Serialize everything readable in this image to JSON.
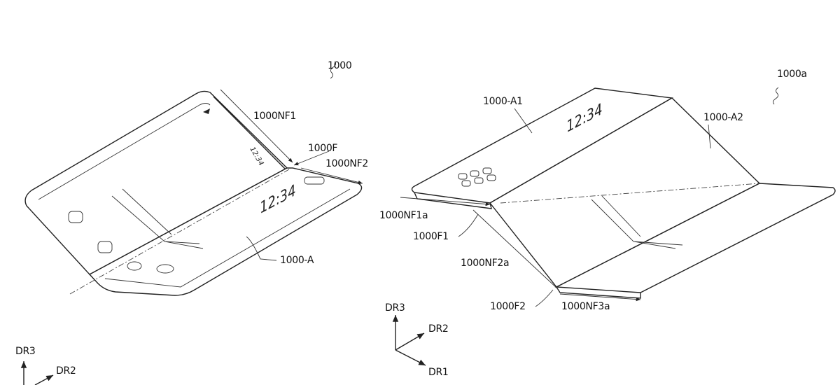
{
  "figure_left": {
    "ref": "1000",
    "labels": {
      "nf1": "1000NF1",
      "f": "1000F",
      "nf2": "1000NF2",
      "area": "1000-A"
    },
    "clock": "12:34",
    "clock_small": "12:34",
    "axes": {
      "dr3": "DR3",
      "dr2": "DR2"
    }
  },
  "figure_right": {
    "ref": "1000a",
    "labels": {
      "a1": "1000-A1",
      "a2": "1000-A2",
      "nf1a": "1000NF1a",
      "f1": "1000F1",
      "nf2a": "1000NF2a",
      "f2": "1000F2",
      "nf3a": "1000NF3a"
    },
    "clock": "12:34",
    "axes": {
      "dr3": "DR3",
      "dr2": "DR2",
      "dr1": "DR1"
    }
  }
}
